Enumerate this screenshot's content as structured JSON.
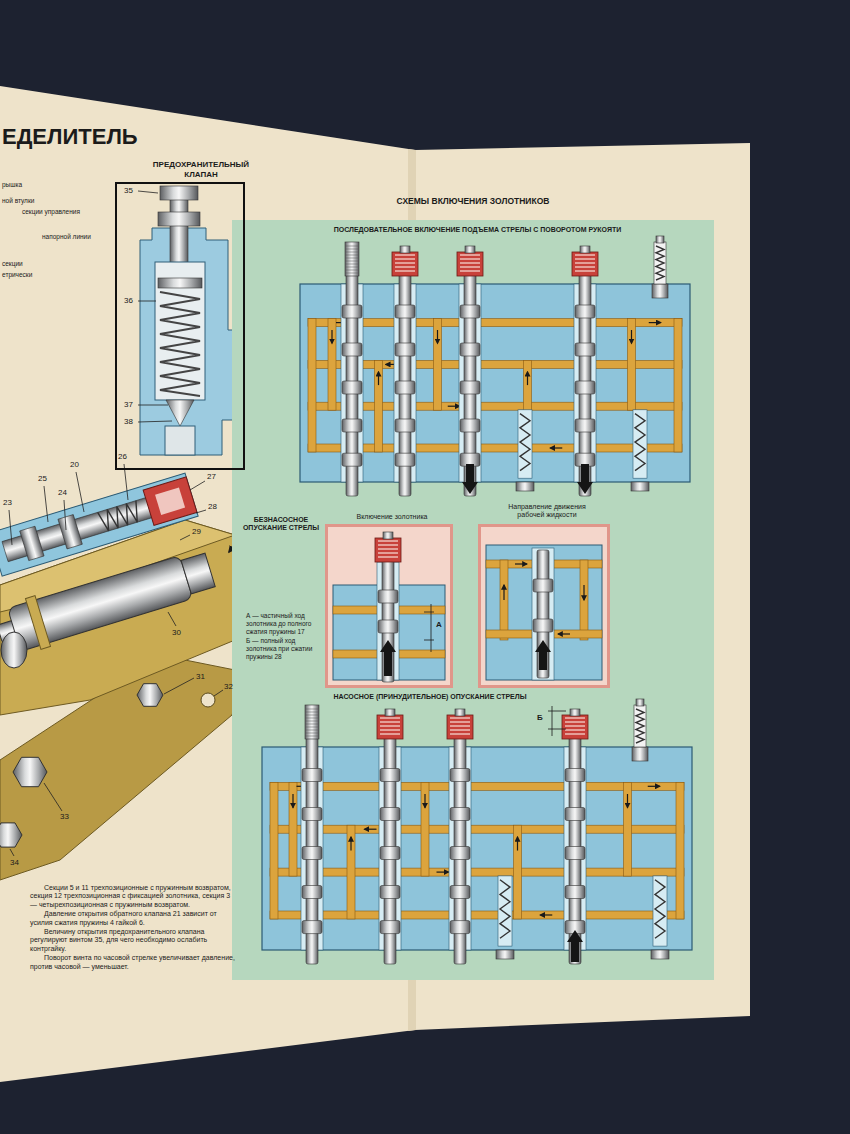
{
  "diagram": {
    "title": "ЕДЕЛИТЕЛЬ",
    "nodes": [
      {
        "text": [
          "ПРЕДОХРАНИТЕЛЬНЫЙ КЛАПАН"
        ]
      },
      {
        "text": [
          "СХЕМЫ ВКЛЮЧЕНИЯ ЗОЛОТНИКОВ"
        ]
      },
      {
        "text": [
          "ПОСЛЕДОВАТЕЛЬНОЕ ВКЛЮЧЕНИЕ ПОДЪЕМА СТРЕЛЫ С ПОВОРОТОМ РУКОЯТИ"
        ],
        "in": 1
      },
      {
        "text": [
          "Включение золотника"
        ],
        "in": 1
      },
      {
        "text": [
          "Направление движения рабочей жидкости"
        ],
        "in": 1
      },
      {
        "text": [
          "НАСОСНОЕ (ПРИНУДИТЕЛЬНОЕ) ОПУСКАНИЕ СТРЕЛЫ"
        ],
        "in": 1
      }
    ],
    "labels": [
      "рышка",
      "ной втулки",
      "секции управления",
      "напорной линии",
      "секции",
      "етрически",
      "35",
      "36",
      "37",
      "38",
      "20",
      "26",
      "25",
      "24",
      "23",
      "27",
      "28",
      "29",
      "30",
      "31",
      "32",
      "33",
      "34",
      "БЕЗНАСОСНОЕ ОПУСКАНИЕ СТРЕЛЫ",
      "А — частичный ход золотника до полного сжатия пружины 17",
      "Б — полный ход золотника при сжатии пружины 28",
      "А",
      "Б",
      "Секции 5 и 11 трехпозиционные с пружинным возвратом, секция 12 трехпозиционная с фиксацией золотника, секция 3 — четырехпозиционная с пружинным возвратом.",
      "Давление открытия обратного клапана 21 зависит от усилия сжатия пружины 4 гайкой 6.",
      "Величину открытия предохранительного клапана регулируют винтом 35, для чего необходимо ослабить контргайку.",
      "Поворот винта по часовой стрелке увеличивает давление, против часовой — уменьшает."
    ]
  }
}
